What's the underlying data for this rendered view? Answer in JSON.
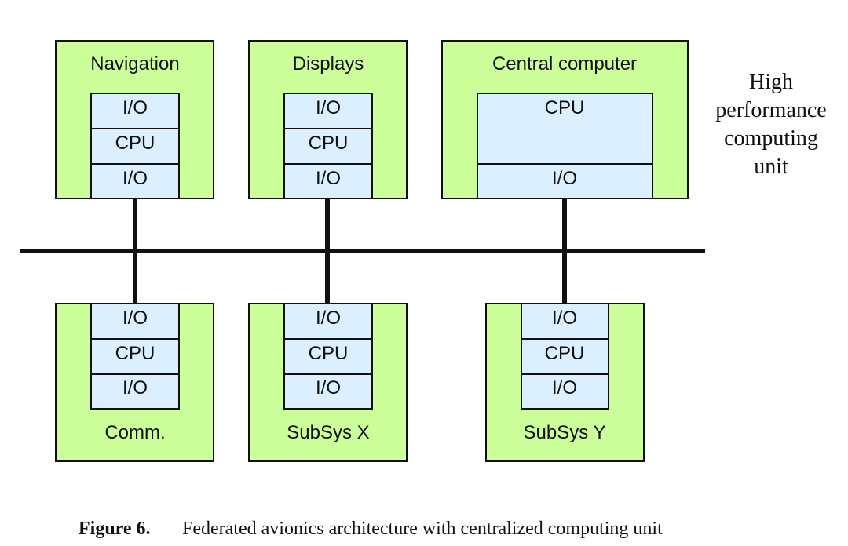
{
  "colors": {
    "unit_fill": "#ccff99",
    "module_fill": "#dcefff",
    "stroke": "#111111"
  },
  "units": {
    "navigation": {
      "label": "Navigation",
      "modules": [
        "I/O",
        "CPU",
        "I/O"
      ]
    },
    "displays": {
      "label": "Displays",
      "modules": [
        "I/O",
        "CPU",
        "I/O"
      ]
    },
    "central": {
      "label": "Central computer",
      "modules": [
        "CPU",
        "I/O"
      ]
    },
    "comm": {
      "label": "Comm.",
      "modules": [
        "I/O",
        "CPU",
        "I/O"
      ]
    },
    "subsys_x": {
      "label": "SubSys X",
      "modules": [
        "I/O",
        "CPU",
        "I/O"
      ]
    },
    "subsys_y": {
      "label": "SubSys Y",
      "modules": [
        "I/O",
        "CPU",
        "I/O"
      ]
    }
  },
  "annotation": {
    "lines": [
      "High",
      "performance",
      "computing",
      "unit"
    ]
  },
  "caption": {
    "number": "Figure 6.",
    "text": "Federated avionics architecture with centralized computing unit"
  }
}
